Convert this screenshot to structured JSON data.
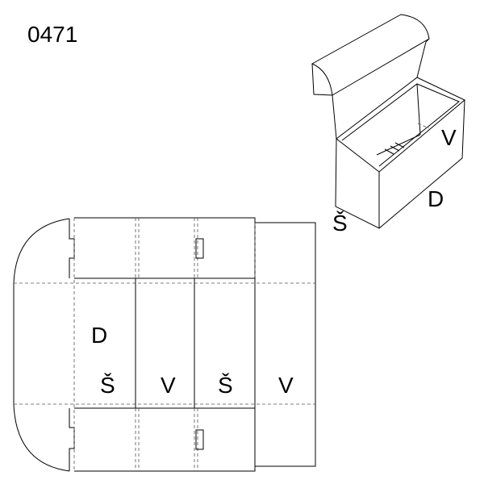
{
  "code": "0471",
  "box_labels": {
    "side_short": "Š",
    "side_long": "D",
    "top": "V"
  },
  "dieline_labels": {
    "depth": "D",
    "panel_1": "Š",
    "panel_2": "V",
    "panel_3": "Š",
    "panel_4": "V"
  }
}
